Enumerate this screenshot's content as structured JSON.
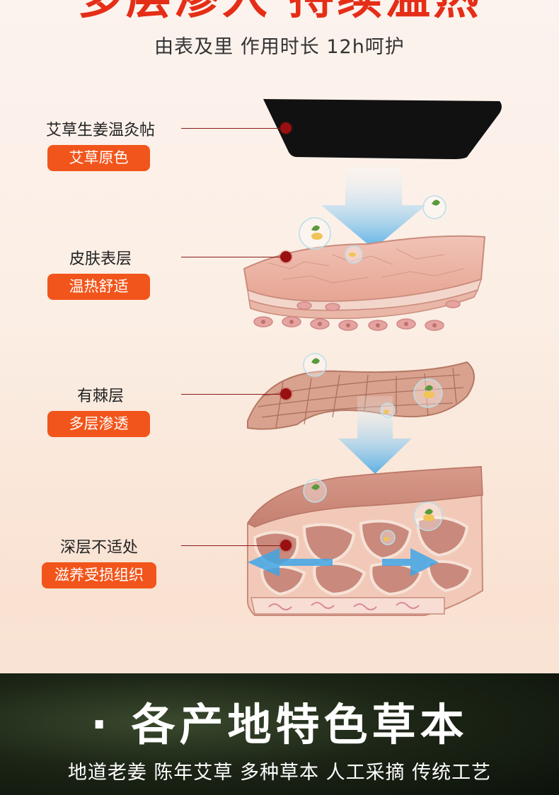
{
  "header": {
    "headline": "多层渗入 持续温热",
    "subtitle": "由表及里 作用时长 12h呵护"
  },
  "layers": [
    {
      "label": "艾草生姜温灸帖",
      "tag": "艾草原色"
    },
    {
      "label": "皮肤表层",
      "tag": "温热舒适"
    },
    {
      "label": "有棘层",
      "tag": "多层渗透"
    },
    {
      "label": "深层不适处",
      "tag": "滋养受损组织"
    }
  ],
  "banner": {
    "title": "· 各产地特色草本",
    "subtitle": "地道老姜 陈年艾草 多种草本 人工采摘 传统工艺"
  },
  "colors": {
    "headline": "#e52e17",
    "tag_bg": "#f2551b",
    "leader": "#8a1a1a",
    "arrow": "#3fa6e6",
    "banner_bg": "#1c2516"
  }
}
